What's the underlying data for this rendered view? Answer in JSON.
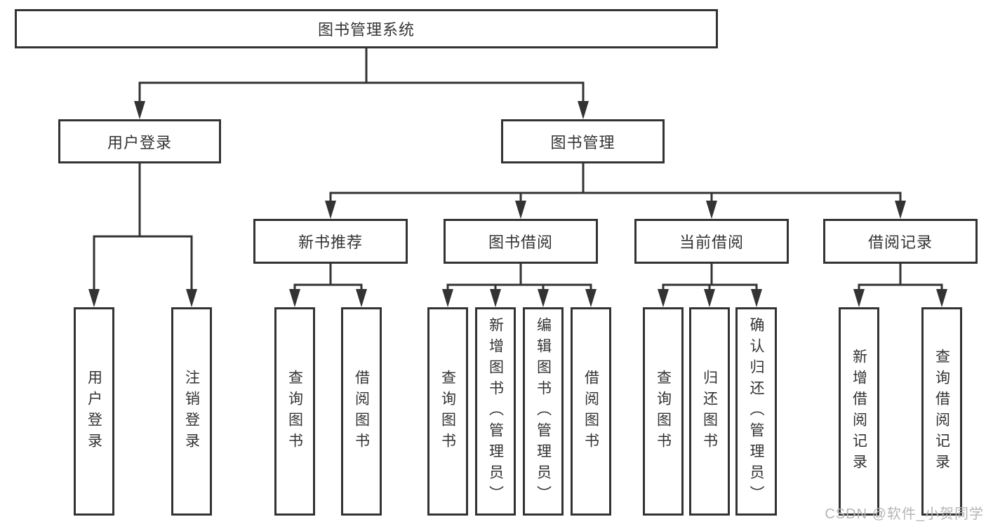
{
  "diagram": {
    "root": {
      "label": "图书管理系统"
    },
    "branches": [
      {
        "label": "用户登录",
        "children": [
          {
            "label": "用户登录"
          },
          {
            "label": "注销登录"
          }
        ]
      },
      {
        "label": "图书管理",
        "children": [
          {
            "label": "新书推荐",
            "children": [
              {
                "label": "查询图书"
              },
              {
                "label": "借阅图书"
              }
            ]
          },
          {
            "label": "图书借阅",
            "children": [
              {
                "label": "查询图书"
              },
              {
                "label": "新增图书（管理员）"
              },
              {
                "label": "编辑图书（管理员）"
              },
              {
                "label": "借阅图书"
              }
            ]
          },
          {
            "label": "当前借阅",
            "children": [
              {
                "label": "查询图书"
              },
              {
                "label": "归还图书"
              },
              {
                "label": "确认归还（管理员）"
              }
            ]
          },
          {
            "label": "借阅记录",
            "children": [
              {
                "label": "新增借阅记录"
              },
              {
                "label": "查询借阅记录"
              }
            ]
          }
        ]
      }
    ]
  },
  "watermark": {
    "text": "CSDN @软件_小贺同学"
  },
  "colors": {
    "line": "#333333",
    "box_border": "#333333",
    "box_fill": "#ffffff",
    "text": "#333333",
    "watermark": "#b5b5b5"
  }
}
